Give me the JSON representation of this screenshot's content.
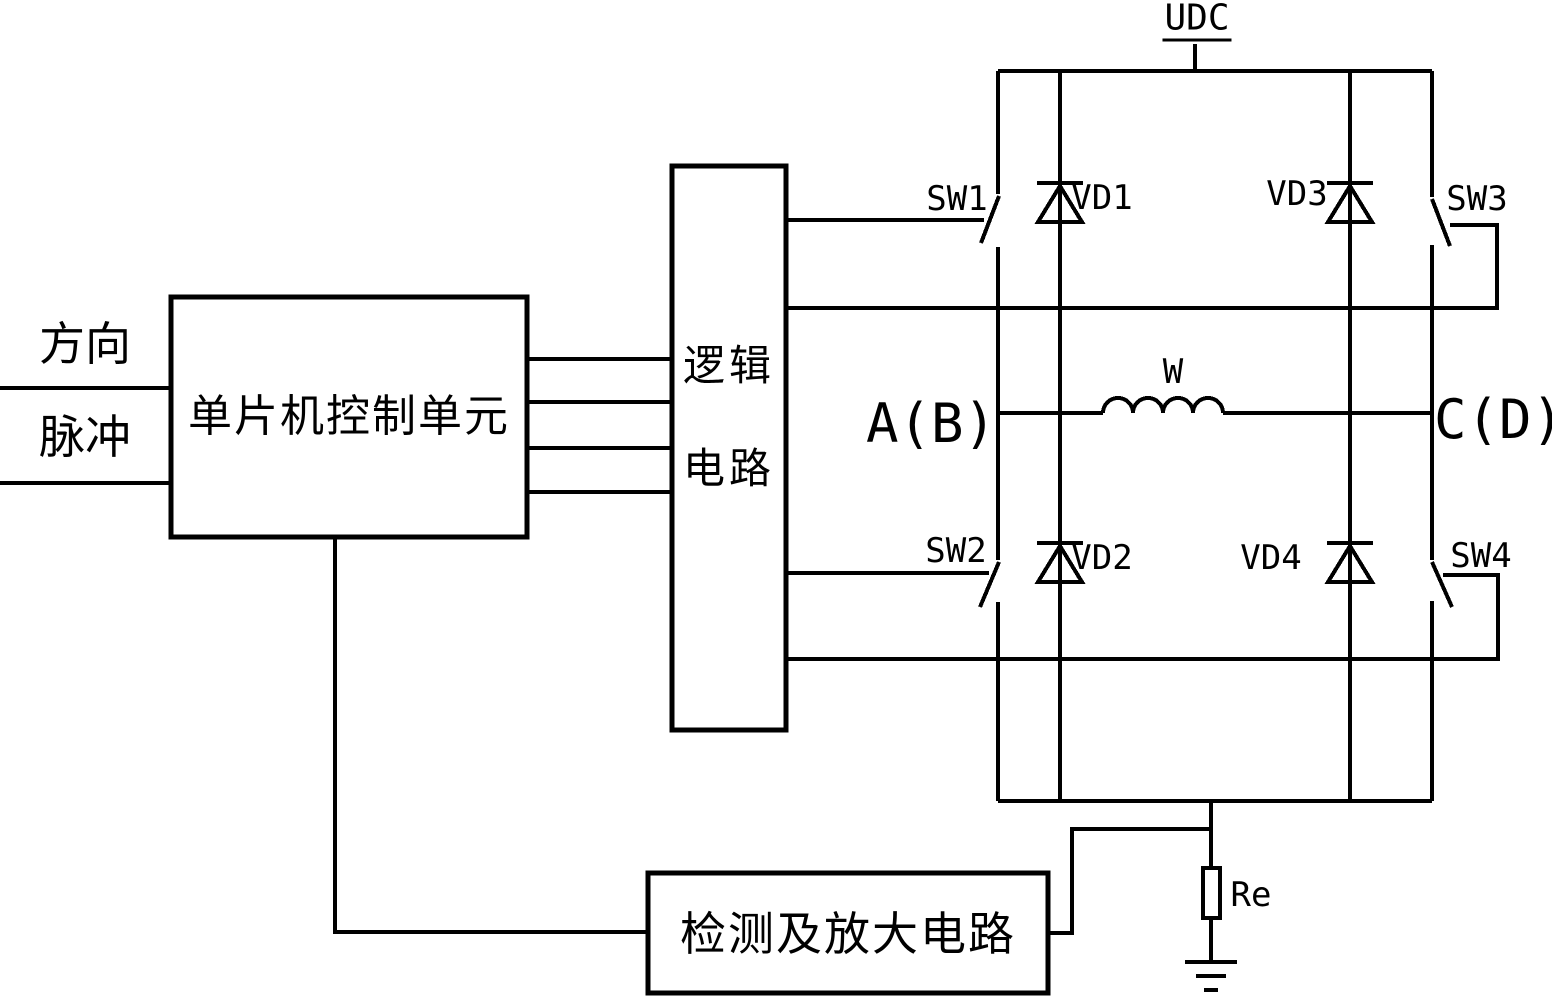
{
  "inputs": {
    "direction_label": "方向",
    "pulse_label": "脉冲"
  },
  "blocks": {
    "mcu_label": "单片机控制单元",
    "logic_label_line1": "逻辑",
    "logic_label_line2": "电路",
    "detect_label": "检测及放大电路"
  },
  "power": {
    "supply_label": "UDC"
  },
  "bridge": {
    "switches": [
      "SW1",
      "SW2",
      "SW3",
      "SW4"
    ],
    "diodes": [
      "VD1",
      "VD2",
      "VD3",
      "VD4"
    ],
    "winding_label": "W",
    "node_left_label": "A(B)",
    "node_right_label": "C(D)",
    "sense_resistor_label": "Re"
  },
  "colors": {
    "line": "#000000",
    "background": "#ffffff"
  }
}
